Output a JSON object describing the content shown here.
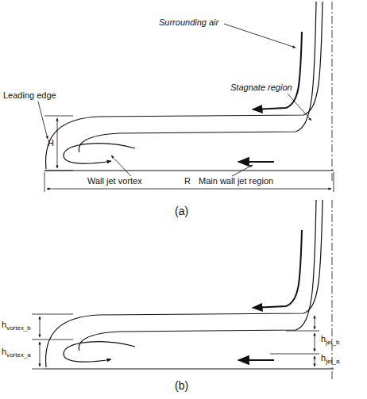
{
  "diagram": {
    "labels": [
      "Surrounding air",
      "Leading edge",
      "H",
      "Stagnate region",
      "R",
      "Wall jet vortex",
      "Main wall jet region",
      "(a)",
      "hvortex_b",
      "hvortex_a",
      "hjet_b",
      "hjet_a",
      "(b)"
    ]
  }
}
